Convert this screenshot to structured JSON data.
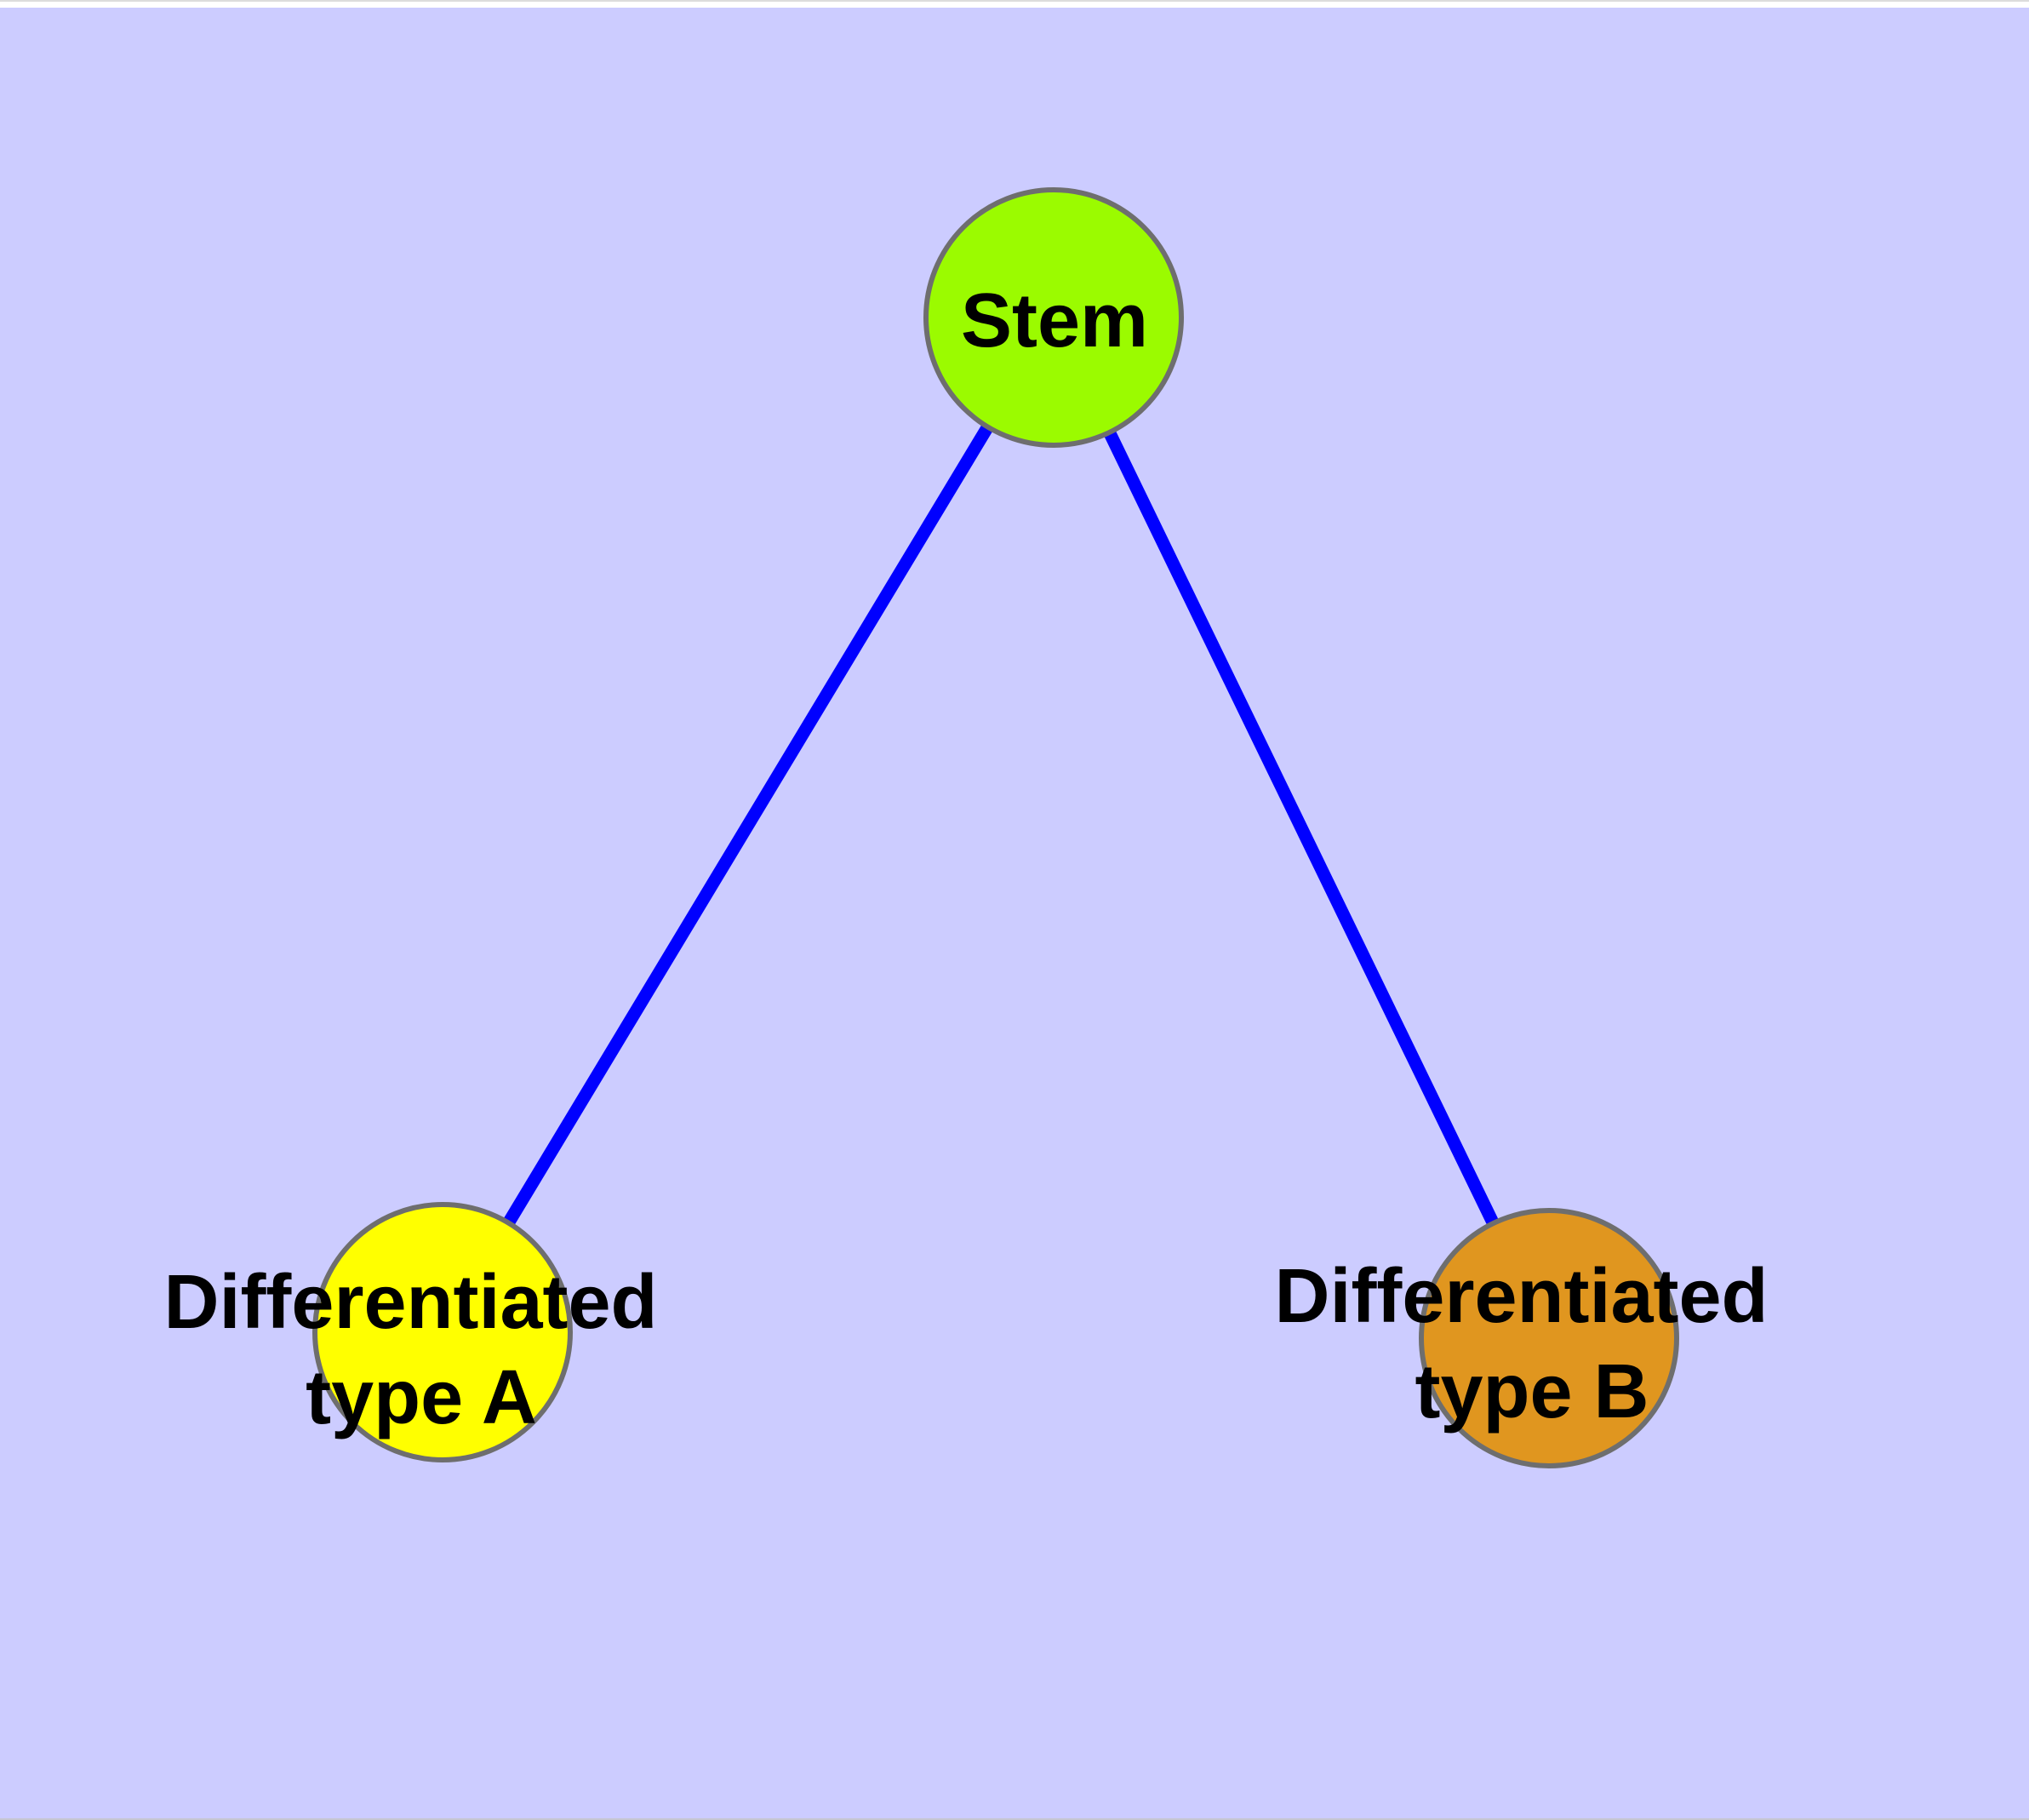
{
  "figure": {
    "type": "node-link-diagram",
    "background_color": "#CCCCFF",
    "margin_color": "#FFFFFF",
    "top_hairline_color": "#DCDCDC",
    "bottom_hairline_color": "#C6C6D2",
    "edge_color": "#0000FF",
    "node_border_color": "#6E6E6E",
    "label_color": "#000000"
  },
  "nodes": {
    "stem": {
      "label": "Stem",
      "fill": "#9BFB00"
    },
    "type_a": {
      "label_line1": "Differentiated",
      "label_line2": "type A",
      "fill": "#FFFF00"
    },
    "type_b": {
      "label_line1": "Differentiated",
      "label_line2": "type B",
      "fill": "#E0961F"
    }
  },
  "edges": [
    {
      "from": "Stem",
      "to": "Differentiated type A"
    },
    {
      "from": "Stem",
      "to": "Differentiated type B"
    }
  ]
}
